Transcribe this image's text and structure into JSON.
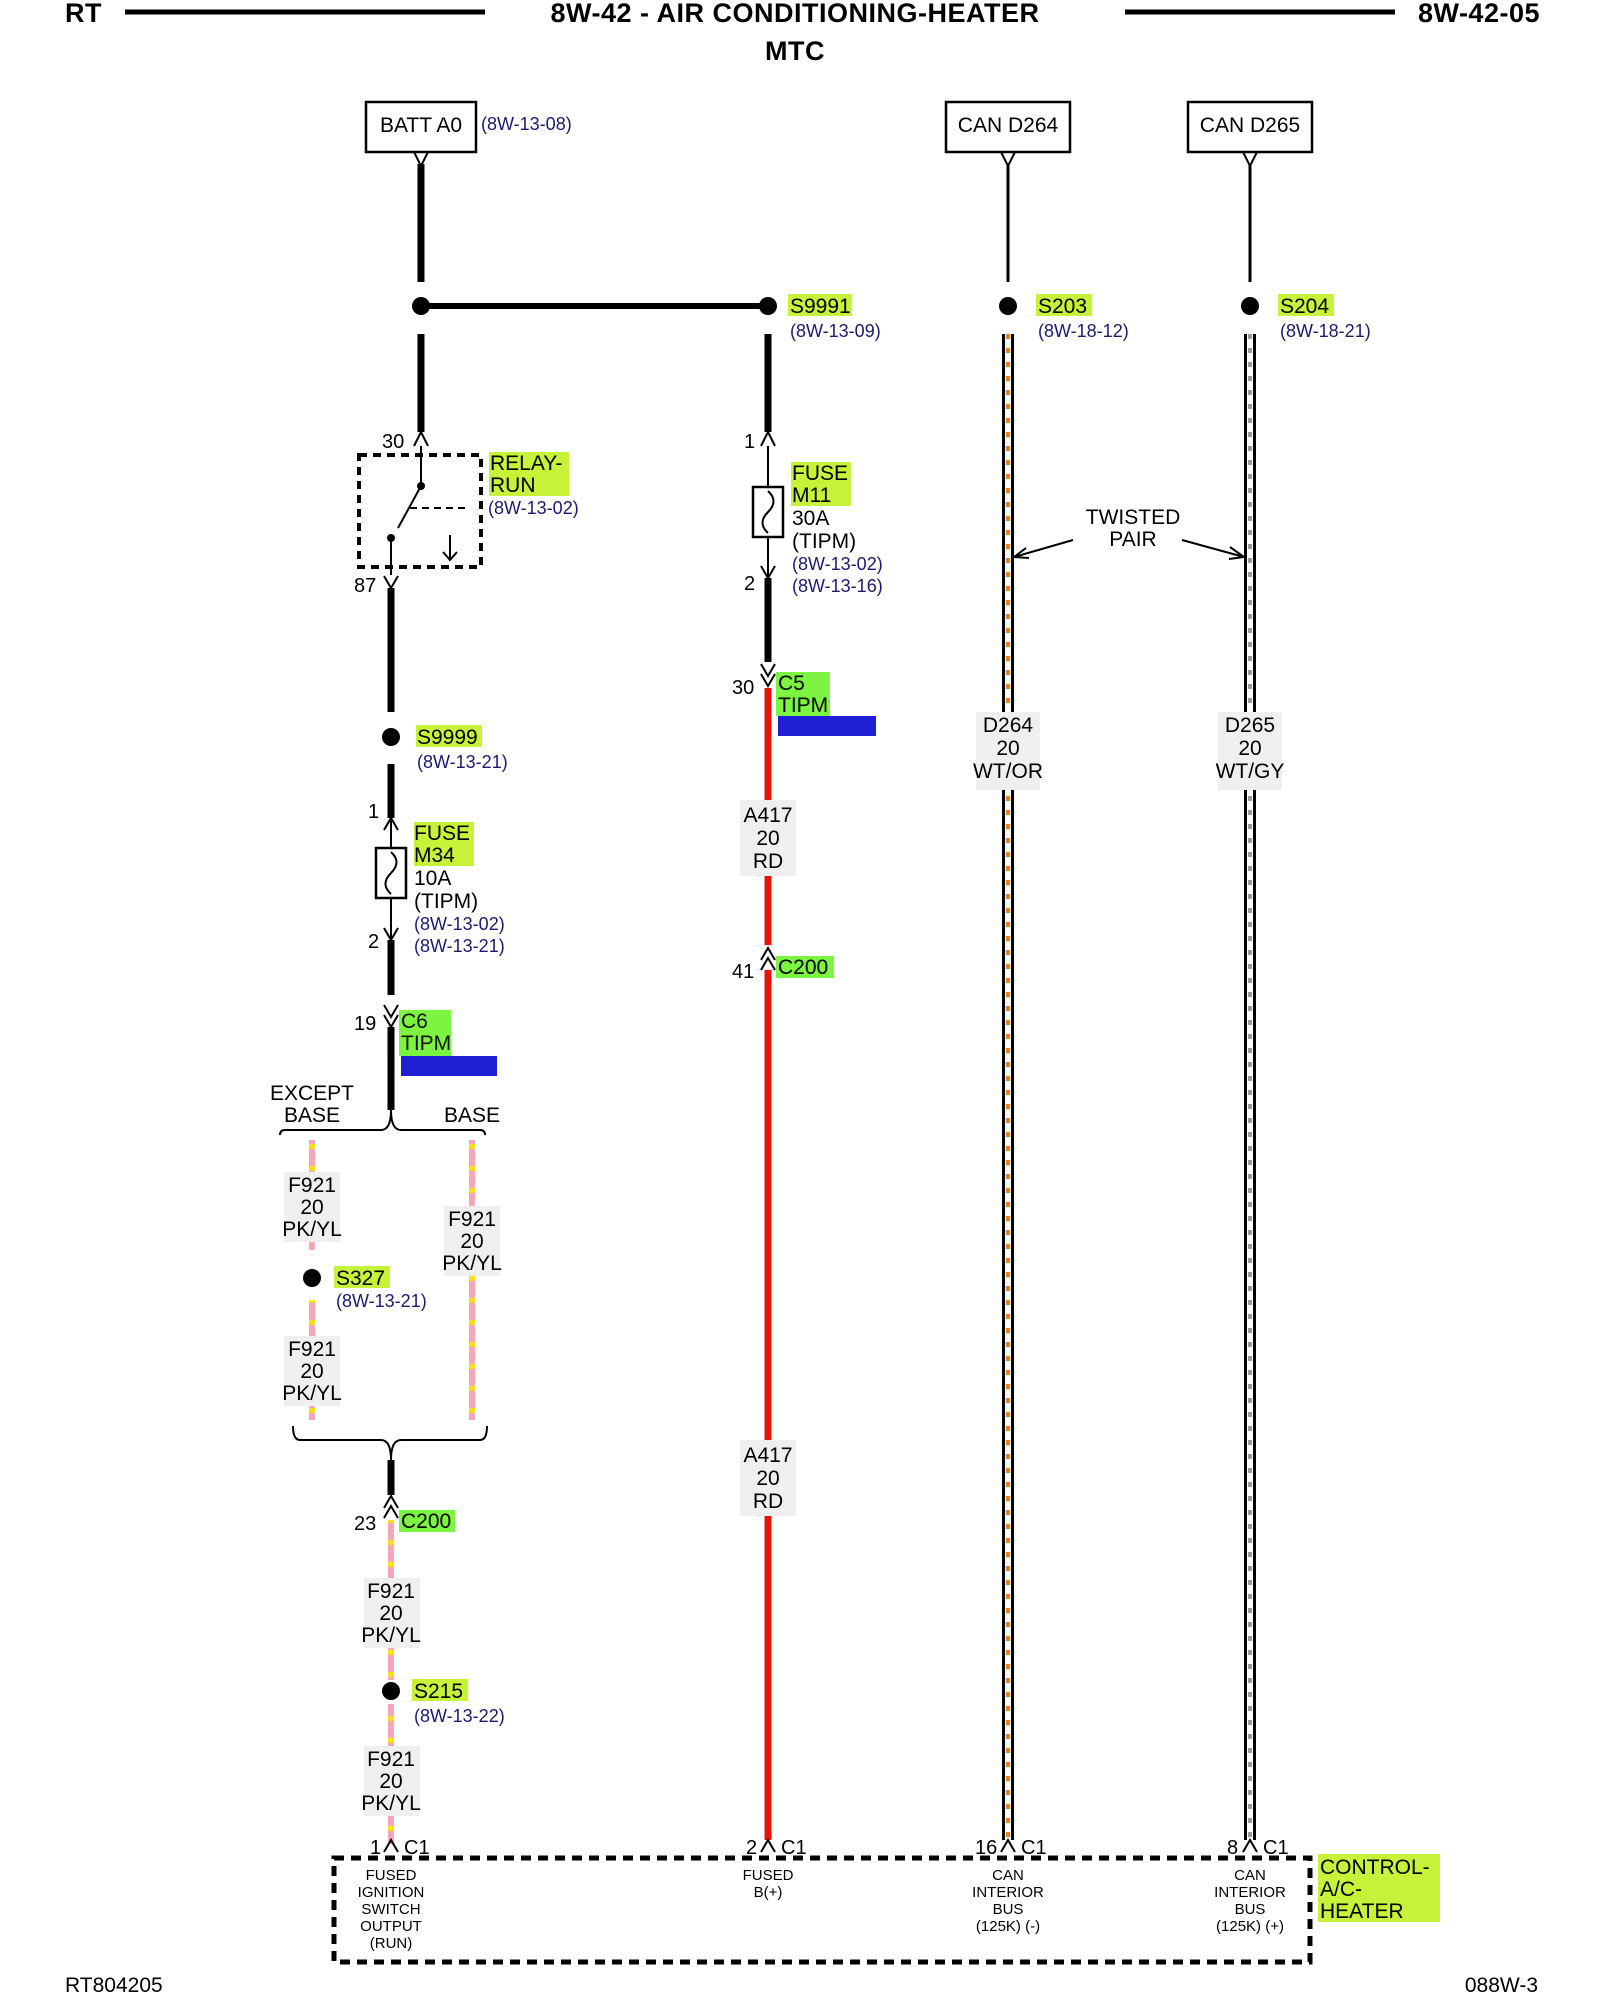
{
  "header": {
    "left": "RT",
    "title": "8W-42 - AIR CONDITIONING-HEATER",
    "subtitle": "MTC",
    "page": "8W-42-05"
  },
  "footer": {
    "left": "RT804205",
    "right": "088W-3"
  },
  "sources": {
    "batt": {
      "label": "BATT A0",
      "ref": "(8W-13-08)"
    },
    "can264": {
      "label": "CAN D264"
    },
    "can265": {
      "label": "CAN D265"
    }
  },
  "splices": {
    "s9991": {
      "label": "S9991",
      "ref": "(8W-13-09)"
    },
    "s203": {
      "label": "S203",
      "ref": "(8W-18-12)"
    },
    "s204": {
      "label": "S204",
      "ref": "(8W-18-21)"
    },
    "s9999": {
      "label": "S9999",
      "ref": "(8W-13-21)"
    },
    "s327": {
      "label": "S327",
      "ref": "(8W-13-21)"
    },
    "s215": {
      "label": "S215",
      "ref": "(8W-13-22)"
    }
  },
  "relay": {
    "l1": "RELAY-",
    "l2": "RUN",
    "ref": "(8W-13-02)",
    "pin_in": "30",
    "pin_out": "87"
  },
  "fuse_m11": {
    "l1": "FUSE",
    "l2": "M11",
    "rating": "30A",
    "loc": "(TIPM)",
    "ref1": "(8W-13-02)",
    "ref2": "(8W-13-16)",
    "pin_in": "1",
    "pin_out": "2"
  },
  "fuse_m34": {
    "l1": "FUSE",
    "l2": "M34",
    "rating": "10A",
    "loc": "(TIPM)",
    "ref1": "(8W-13-02)",
    "ref2": "(8W-13-21)",
    "pin_in": "1",
    "pin_out": "2"
  },
  "connectors": {
    "c5": {
      "pin": "30",
      "name": "C5",
      "loc": "TIPM"
    },
    "c6": {
      "pin": "19",
      "name": "C6",
      "loc": "TIPM"
    },
    "c200a": {
      "pin": "41",
      "name": "C200"
    },
    "c200b": {
      "pin": "23",
      "name": "C200"
    }
  },
  "options": {
    "except_base_1": "EXCEPT",
    "except_base_2": "BASE",
    "base": "BASE"
  },
  "twisted": {
    "l1": "TWISTED",
    "l2": "PAIR"
  },
  "wires": {
    "a417": {
      "circuit": "A417",
      "gauge": "20",
      "color": "RD"
    },
    "f921": {
      "circuit": "F921",
      "gauge": "20",
      "color": "PK/YL"
    },
    "d264": {
      "circuit": "D264",
      "gauge": "20",
      "color": "WT/OR"
    },
    "d265": {
      "circuit": "D265",
      "gauge": "20",
      "color": "WT/GY"
    }
  },
  "module": {
    "l1": "CONTROL-",
    "l2": "A/C-",
    "l3": "HEATER",
    "pins": [
      {
        "pin": "1",
        "conn": "C1",
        "desc": [
          "FUSED",
          "IGNITION",
          "SWITCH",
          "OUTPUT",
          "(RUN)"
        ]
      },
      {
        "pin": "2",
        "conn": "C1",
        "desc": [
          "FUSED",
          "B(+)"
        ]
      },
      {
        "pin": "16",
        "conn": "C1",
        "desc": [
          "CAN",
          "INTERIOR",
          "BUS",
          "(125K) (-)"
        ]
      },
      {
        "pin": "8",
        "conn": "C1",
        "desc": [
          "CAN",
          "INTERIOR",
          "BUS",
          "(125K) (+)"
        ]
      }
    ]
  },
  "colors": {
    "wire_red": "#e8140a",
    "wire_pink": "#f7a6b8",
    "wire_yellow": "#f5e11b",
    "wire_orange": "#e8801c",
    "highlight_yellow": "#c6f23a",
    "highlight_green": "#7cf542",
    "highlight_blue": "#1f1fd6"
  }
}
